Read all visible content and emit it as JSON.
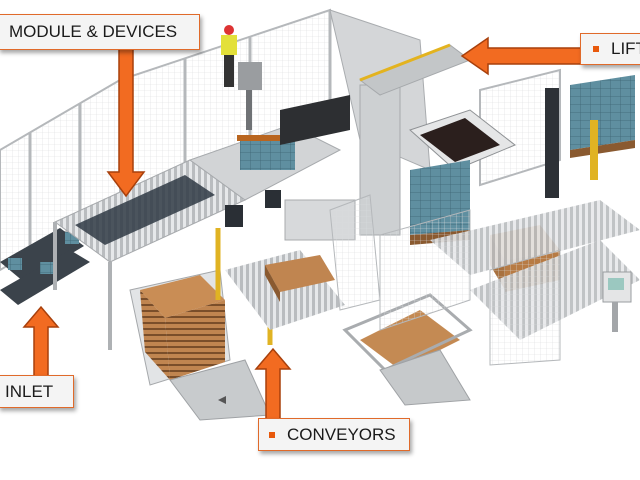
{
  "image": {
    "description": "3D rendering of an automated palletizing line with labeled sections",
    "colors": {
      "callout_accent": "#e8590c",
      "arrow_fill": "#f26b21",
      "arrow_stroke": "#a8400c",
      "label_background": "#f4f4f4",
      "frame_gray": "#c9ccce",
      "pallet_wood": "#b87a45",
      "product_blue": "#5f8fa0",
      "safety_yellow": "#e0b323"
    }
  },
  "callouts": [
    {
      "id": "module",
      "label": "MODULE & DEVICES",
      "bulleted": false,
      "arrow_direction": "down"
    },
    {
      "id": "lift",
      "label": "LIFT",
      "bulleted": true,
      "arrow_direction": "left"
    },
    {
      "id": "inlet",
      "label": "INLET",
      "bulleted": false,
      "arrow_direction": "up"
    },
    {
      "id": "conveyors",
      "label": "CONVEYORS",
      "bulleted": true,
      "arrow_direction": "up"
    }
  ]
}
